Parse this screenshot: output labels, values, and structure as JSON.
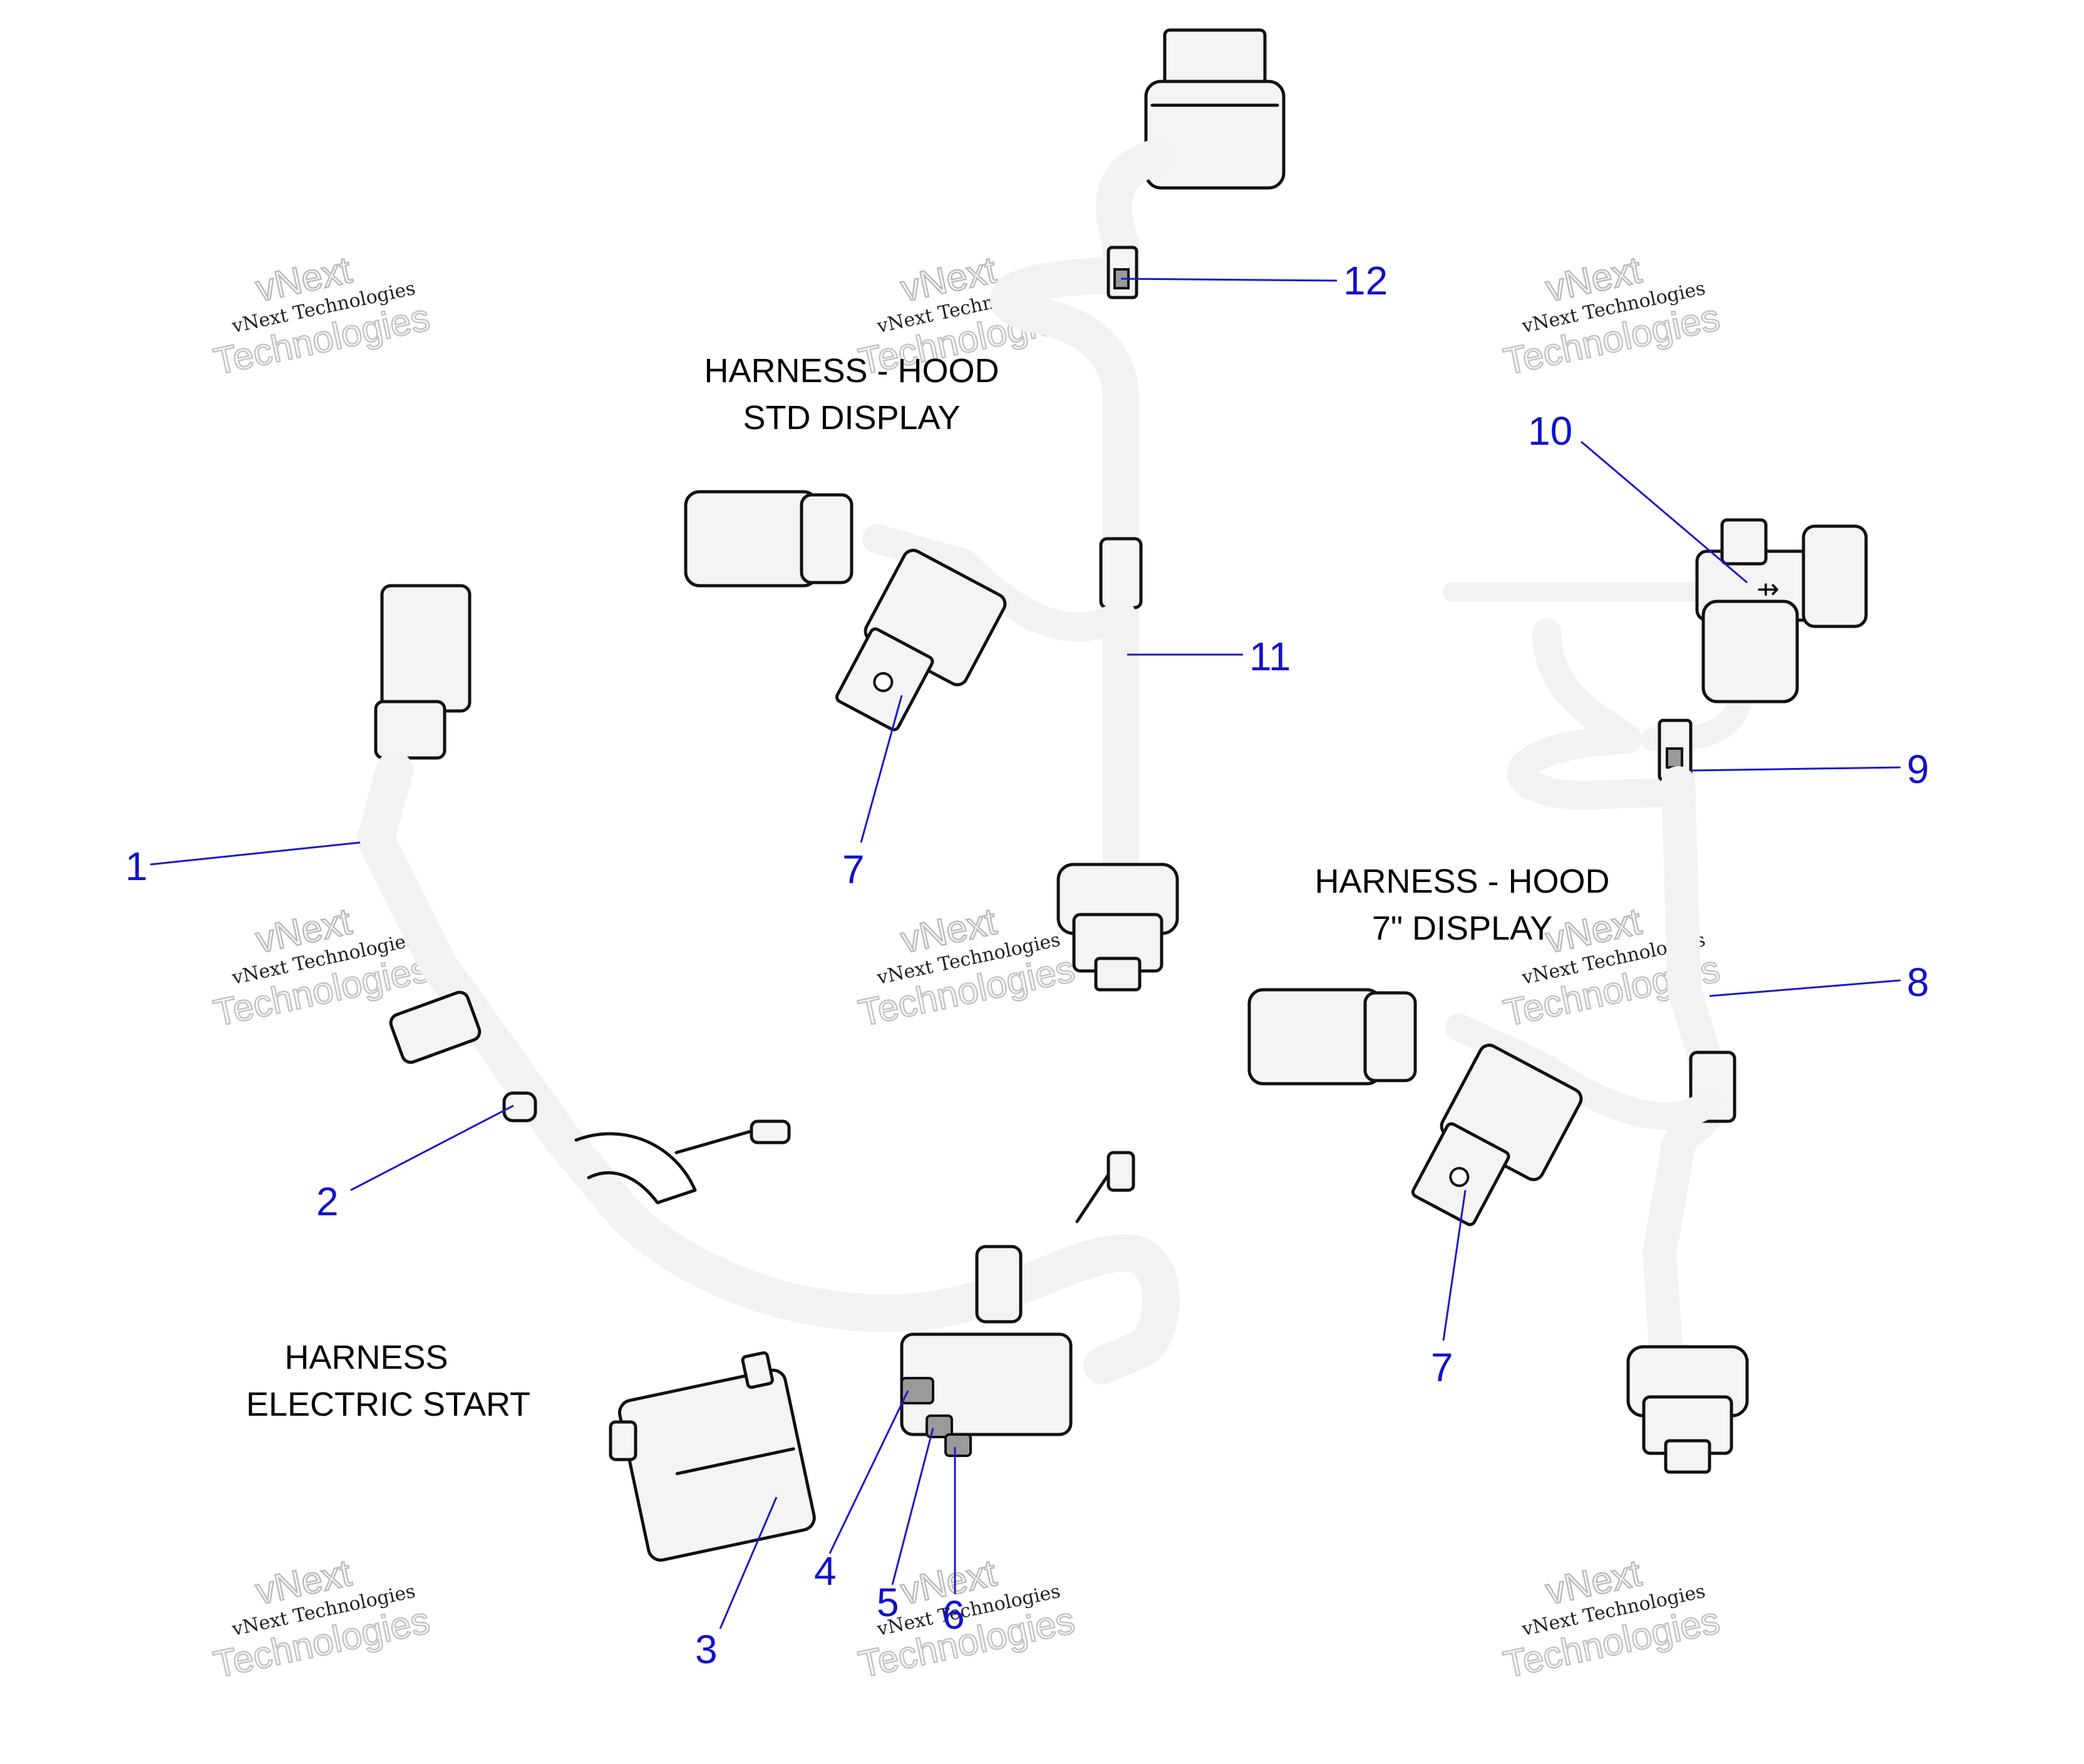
{
  "titles": {
    "std_display_line1": "HARNESS - HOOD",
    "std_display_line2": "STD DISPLAY",
    "seven_display_line1": "HARNESS - HOOD",
    "seven_display_line2": "7\" DISPLAY",
    "electric_start_line1": "HARNESS",
    "electric_start_line2": "ELECTRIC START"
  },
  "callouts": {
    "c1": "1",
    "c2": "2",
    "c3": "3",
    "c4": "4",
    "c5": "5",
    "c6": "6",
    "c7a": "7",
    "c7b": "7",
    "c8": "8",
    "c9": "9",
    "c10": "10",
    "c11": "11",
    "c12": "12"
  },
  "watermark": {
    "line1": "vNext Technologies",
    "line2": "vNext",
    "line3": "Technologies"
  },
  "colors": {
    "callout": "#1111cc",
    "outline": "#111111",
    "fill": "#f4f4f4"
  }
}
